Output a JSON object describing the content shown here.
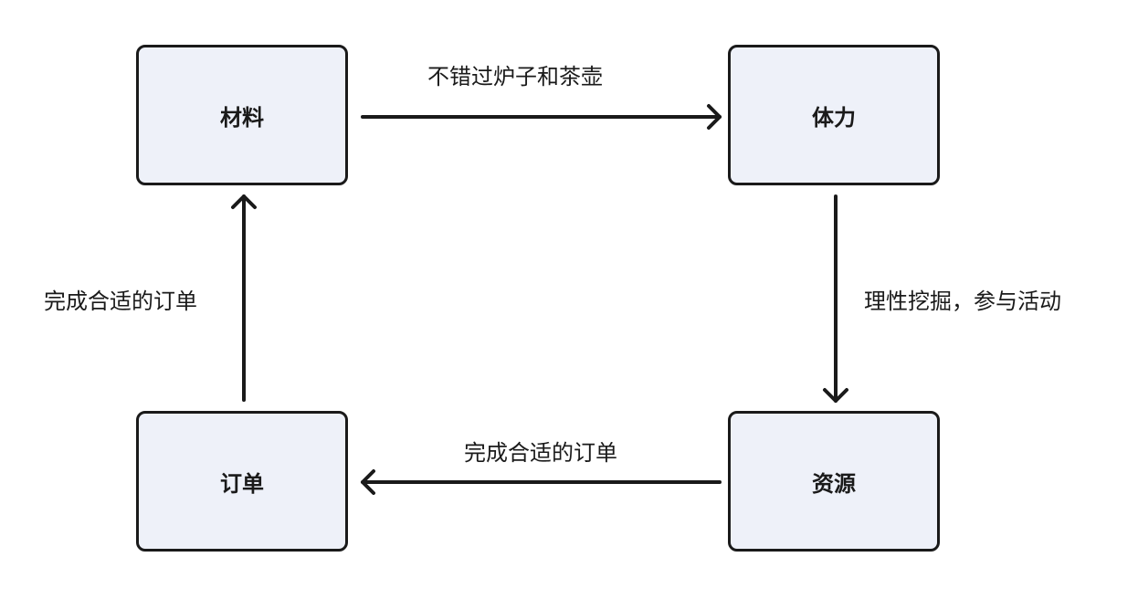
{
  "nodes": {
    "materials": "材料",
    "stamina": "体力",
    "resources": "资源",
    "orders": "订单"
  },
  "edges": {
    "materials_to_stamina": "不错过炉子和茶壶",
    "stamina_to_resources": "理性挖掘，参与活动",
    "resources_to_orders": "完成合适的订单",
    "orders_to_materials": "完成合适的订单"
  },
  "colors": {
    "node_fill": "#eef1f9",
    "stroke": "#1a1a1a"
  }
}
